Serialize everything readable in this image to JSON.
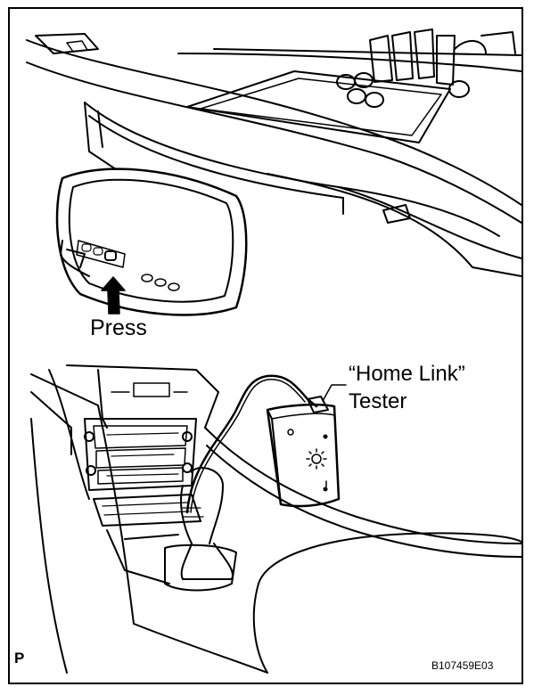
{
  "labels": {
    "press": "Press",
    "callout_line1": "“Home Link”",
    "callout_line2": "Tester",
    "page_mark": "P",
    "figure_code": "B107459E03"
  }
}
